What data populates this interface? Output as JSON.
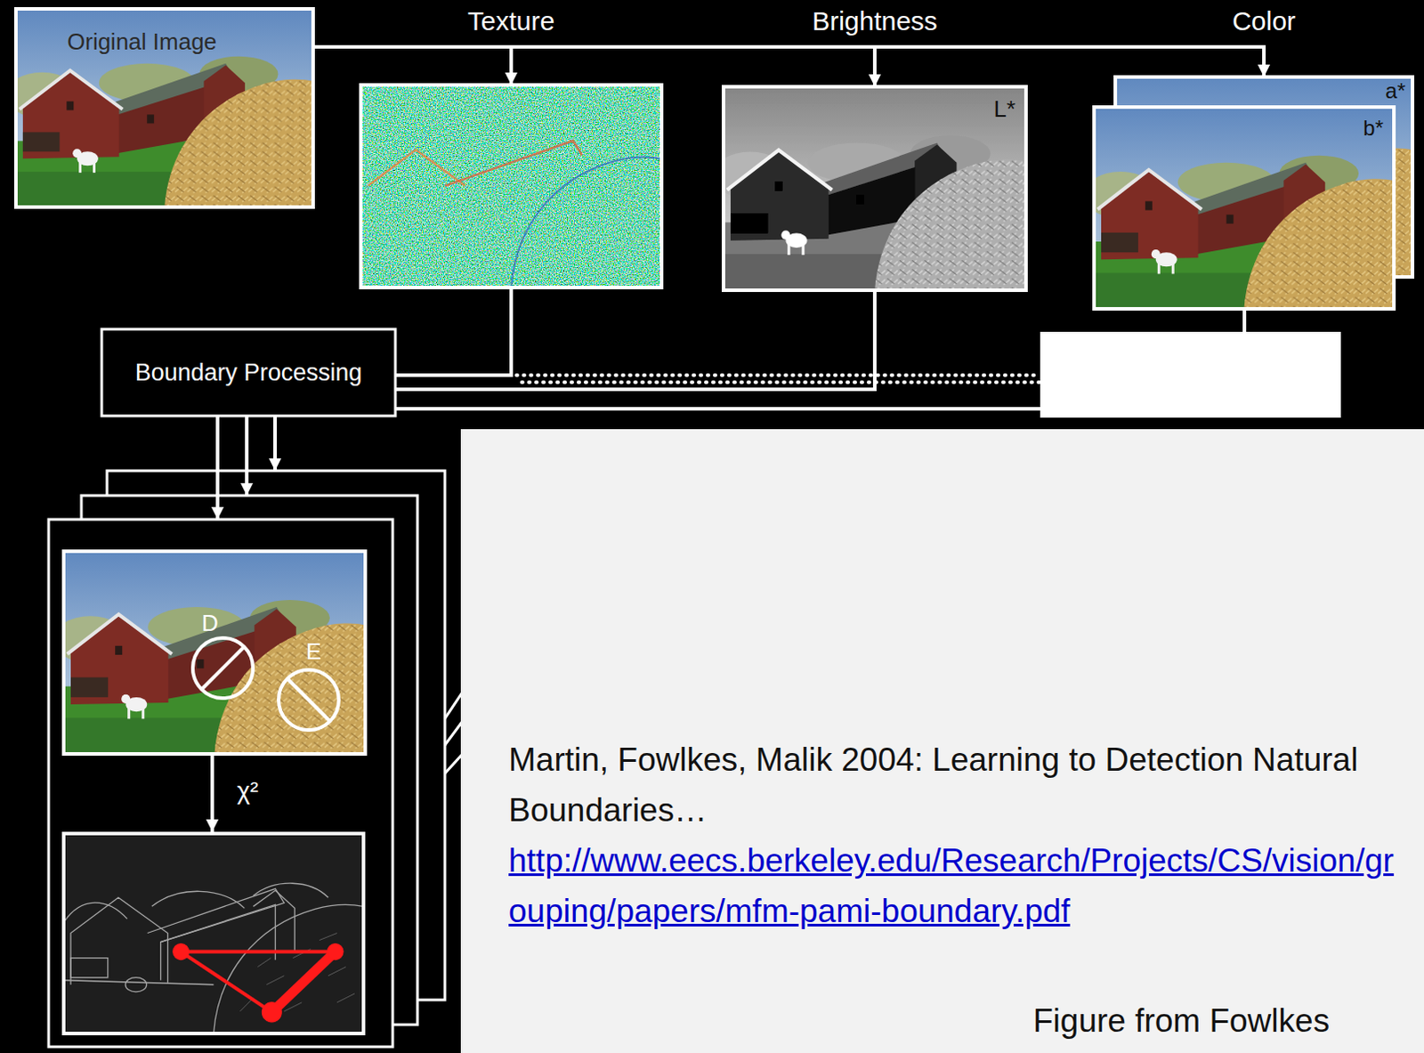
{
  "diagram": {
    "nodes": [
      {
        "text": [
          "Original Image"
        ]
      },
      {
        "text": [
          "Texture"
        ]
      },
      {
        "text": [
          "Brightness",
          "L*"
        ]
      },
      {
        "text": [
          "Color",
          "a*"
        ]
      },
      {
        "text": [
          "b*"
        ]
      },
      {
        "text": [
          "Boundary Processing"
        ]
      },
      {
        "text": [
          "χ²"
        ]
      },
      {
        "text": [
          "D",
          "E"
        ],
        "in": 6
      },
      {
        "text": [
          "Martin, Fowlkes, Malik 2004: Learning to Detection Natural Boundaries…",
          "http://www.eecs.berkeley.edu/Research/Projects/CS/vision/grouping/papers/mfm-pami-boundary.pdf",
          "Figure from Fowlkes"
        ]
      }
    ],
    "edges": [
      {
        "from": 0,
        "to": 1,
        "arrow": "to"
      },
      {
        "from": 0,
        "to": 2,
        "arrow": "to"
      },
      {
        "from": 0,
        "to": 3,
        "arrow": "to"
      },
      {
        "from": 1,
        "to": 5,
        "arrow": "none"
      },
      {
        "from": 2,
        "to": 5,
        "arrow": "none"
      },
      {
        "from": 4,
        "to": 5,
        "arrow": "none"
      },
      {
        "from": 5,
        "to": 6,
        "arrow": "to"
      }
    ]
  }
}
